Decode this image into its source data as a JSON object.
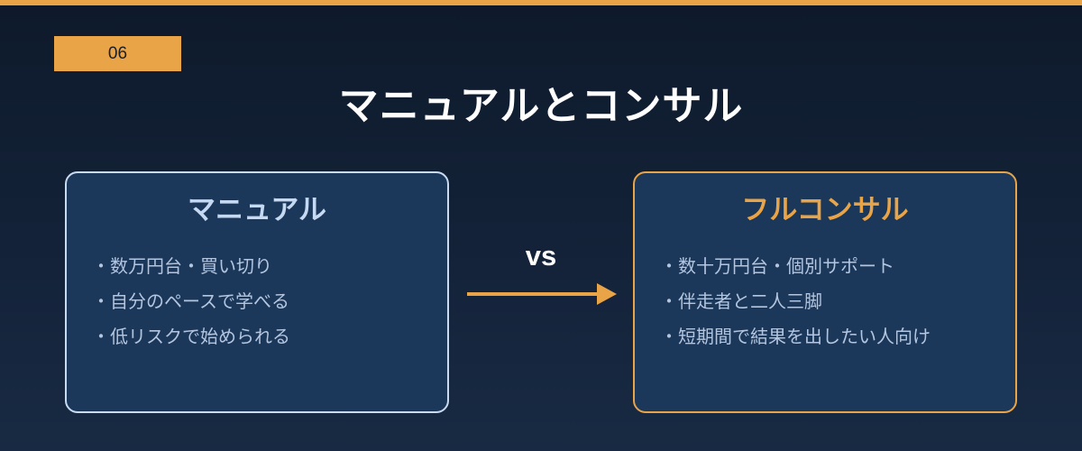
{
  "badge": "06",
  "title": "マニュアルとコンサル",
  "vs_label": "vs",
  "left_card": {
    "title": "マニュアル",
    "items": [
      "・数万円台・買い切り",
      "・自分のペースで学べる",
      "・低リスクで始められる"
    ]
  },
  "right_card": {
    "title": "フルコンサル",
    "items": [
      "・数十万円台・個別サポート",
      "・伴走者と二人三脚",
      "・短期間で結果を出したい人向け"
    ]
  },
  "colors": {
    "accent": "#e8a446",
    "card_bg": "#1b375a",
    "left_border": "#c9dbf2",
    "background": "#0e1a2b"
  }
}
